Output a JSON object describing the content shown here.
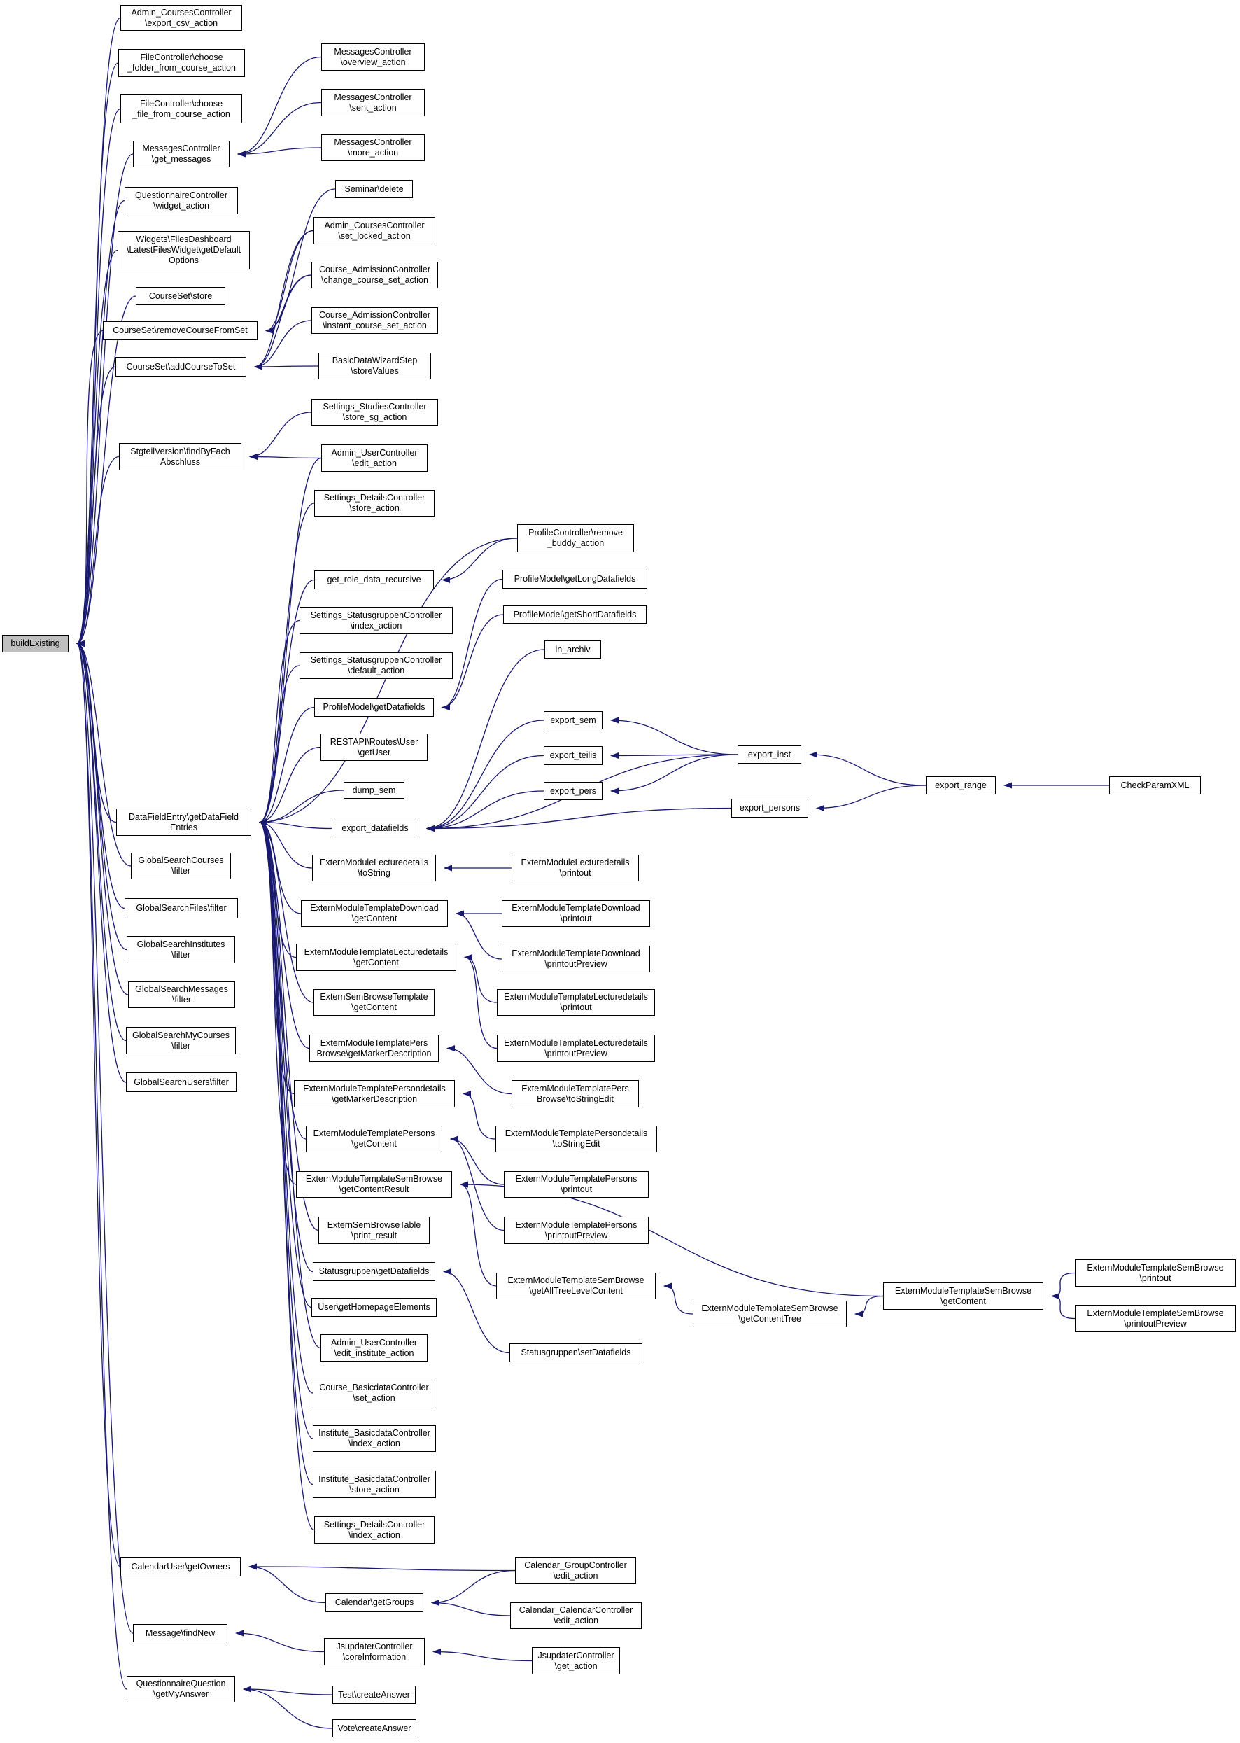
{
  "diagram": {
    "type": "caller-graph",
    "colors": {
      "edge": "#191970",
      "node_border": "#000000",
      "node_fill": "#ffffff",
      "root_fill": "#bfbfbf"
    },
    "nodes": [
      {
        "id": "buildExisting",
        "lines": [
          "buildExisting"
        ],
        "root": true
      },
      {
        "id": "n1",
        "lines": [
          "Admin_CoursesController",
          "\\export_csv_action"
        ]
      },
      {
        "id": "n2",
        "lines": [
          "FileController\\choose",
          "_folder_from_course_action"
        ]
      },
      {
        "id": "n3",
        "lines": [
          "FileController\\choose",
          "_file_from_course_action"
        ]
      },
      {
        "id": "n4",
        "lines": [
          "MessagesController",
          "\\get_messages"
        ]
      },
      {
        "id": "n5",
        "lines": [
          "QuestionnaireController",
          "\\widget_action"
        ]
      },
      {
        "id": "n6",
        "lines": [
          "Widgets\\FilesDashboard",
          "\\LatestFilesWidget\\getDefault",
          "Options"
        ]
      },
      {
        "id": "n7",
        "lines": [
          "CourseSet\\store"
        ]
      },
      {
        "id": "n8",
        "lines": [
          "CourseSet\\removeCourseFromSet"
        ]
      },
      {
        "id": "n9",
        "lines": [
          "CourseSet\\addCourseToSet"
        ]
      },
      {
        "id": "n10",
        "lines": [
          "StgteilVersion\\findByFach",
          "Abschluss"
        ]
      },
      {
        "id": "n11",
        "lines": [
          "DataFieldEntry\\getDataField",
          "Entries"
        ]
      },
      {
        "id": "n12",
        "lines": [
          "GlobalSearchCourses",
          "\\filter"
        ]
      },
      {
        "id": "n13",
        "lines": [
          "GlobalSearchFiles\\filter"
        ]
      },
      {
        "id": "n14",
        "lines": [
          "GlobalSearchInstitutes",
          "\\filter"
        ]
      },
      {
        "id": "n15",
        "lines": [
          "GlobalSearchMessages",
          "\\filter"
        ]
      },
      {
        "id": "n16",
        "lines": [
          "GlobalSearchMyCourses",
          "\\filter"
        ]
      },
      {
        "id": "n17",
        "lines": [
          "GlobalSearchUsers\\filter"
        ]
      },
      {
        "id": "n18",
        "lines": [
          "CalendarUser\\getOwners"
        ]
      },
      {
        "id": "n19",
        "lines": [
          "Message\\findNew"
        ]
      },
      {
        "id": "n20",
        "lines": [
          "QuestionnaireQuestion",
          "\\getMyAnswer"
        ]
      },
      {
        "id": "m1",
        "lines": [
          "MessagesController",
          "\\overview_action"
        ]
      },
      {
        "id": "m2",
        "lines": [
          "MessagesController",
          "\\sent_action"
        ]
      },
      {
        "id": "m3",
        "lines": [
          "MessagesController",
          "\\more_action"
        ]
      },
      {
        "id": "sd",
        "lines": [
          "Seminar\\delete"
        ]
      },
      {
        "id": "acl",
        "lines": [
          "Admin_CoursesController",
          "\\set_locked_action"
        ]
      },
      {
        "id": "cac",
        "lines": [
          "Course_AdmissionController",
          "\\change_course_set_action"
        ]
      },
      {
        "id": "cai",
        "lines": [
          "Course_AdmissionController",
          "\\instant_course_set_action"
        ]
      },
      {
        "id": "bdw",
        "lines": [
          "BasicDataWizardStep",
          "\\storeValues"
        ]
      },
      {
        "id": "ssg",
        "lines": [
          "Settings_StudiesController",
          "\\store_sg_action"
        ]
      },
      {
        "id": "aue",
        "lines": [
          "Admin_UserController",
          "\\edit_action"
        ]
      },
      {
        "id": "sds",
        "lines": [
          "Settings_DetailsController",
          "\\store_action"
        ]
      },
      {
        "id": "grd",
        "lines": [
          "get_role_data_recursive"
        ]
      },
      {
        "id": "ssi",
        "lines": [
          "Settings_StatusgruppenController",
          "\\index_action"
        ]
      },
      {
        "id": "ssd",
        "lines": [
          "Settings_StatusgruppenController",
          "\\default_action"
        ]
      },
      {
        "id": "pmd",
        "lines": [
          "ProfileModel\\getDatafields"
        ]
      },
      {
        "id": "rest",
        "lines": [
          "RESTAPI\\Routes\\User",
          "\\getUser"
        ]
      },
      {
        "id": "dsem",
        "lines": [
          "dump_sem"
        ]
      },
      {
        "id": "edf",
        "lines": [
          "export_datafields"
        ]
      },
      {
        "id": "emlt",
        "lines": [
          "ExternModuleLecturedetails",
          "\\toString"
        ]
      },
      {
        "id": "emtd",
        "lines": [
          "ExternModuleTemplateDownload",
          "\\getContent"
        ]
      },
      {
        "id": "emtl",
        "lines": [
          "ExternModuleTemplateLecturedetails",
          "\\getContent"
        ]
      },
      {
        "id": "esbt",
        "lines": [
          "ExternSemBrowseTemplate",
          "\\getContent"
        ]
      },
      {
        "id": "emtp",
        "lines": [
          "ExternModuleTemplatePers",
          "Browse\\getMarkerDescription"
        ]
      },
      {
        "id": "emtpd",
        "lines": [
          "ExternModuleTemplatePersondetails",
          "\\getMarkerDescription"
        ]
      },
      {
        "id": "emtps",
        "lines": [
          "ExternModuleTemplatePersons",
          "\\getContent"
        ]
      },
      {
        "id": "emtsb",
        "lines": [
          "ExternModuleTemplateSemBrowse",
          "\\getContentResult"
        ]
      },
      {
        "id": "esbtab",
        "lines": [
          "ExternSemBrowseTable",
          "\\print_result"
        ]
      },
      {
        "id": "sgd",
        "lines": [
          "Statusgruppen\\getDatafields"
        ]
      },
      {
        "id": "uhe",
        "lines": [
          "User\\getHomepageElements"
        ]
      },
      {
        "id": "auei",
        "lines": [
          "Admin_UserController",
          "\\edit_institute_action"
        ]
      },
      {
        "id": "cbs",
        "lines": [
          "Course_BasicdataController",
          "\\set_action"
        ]
      },
      {
        "id": "ibi",
        "lines": [
          "Institute_BasicdataController",
          "\\index_action"
        ]
      },
      {
        "id": "ibs",
        "lines": [
          "Institute_BasicdataController",
          "\\store_action"
        ]
      },
      {
        "id": "sdi",
        "lines": [
          "Settings_DetailsController",
          "\\index_action"
        ]
      },
      {
        "id": "cgr",
        "lines": [
          "Calendar\\getGroups"
        ]
      },
      {
        "id": "jci",
        "lines": [
          "JsupdaterController",
          "\\coreInformation"
        ]
      },
      {
        "id": "tca",
        "lines": [
          "Test\\createAnswer"
        ]
      },
      {
        "id": "vca",
        "lines": [
          "Vote\\createAnswer"
        ]
      },
      {
        "id": "prb",
        "lines": [
          "ProfileController\\remove",
          "_buddy_action"
        ]
      },
      {
        "id": "pml",
        "lines": [
          "ProfileModel\\getLongDatafields"
        ]
      },
      {
        "id": "pms",
        "lines": [
          "ProfileModel\\getShortDatafields"
        ]
      },
      {
        "id": "inar",
        "lines": [
          "in_archiv"
        ]
      },
      {
        "id": "esem",
        "lines": [
          "export_sem"
        ]
      },
      {
        "id": "eteil",
        "lines": [
          "export_teilis"
        ]
      },
      {
        "id": "epers",
        "lines": [
          "export_pers"
        ]
      },
      {
        "id": "emlp",
        "lines": [
          "ExternModuleLecturedetails",
          "\\printout"
        ]
      },
      {
        "id": "emtdp",
        "lines": [
          "ExternModuleTemplateDownload",
          "\\printout"
        ]
      },
      {
        "id": "emtdpp",
        "lines": [
          "ExternModuleTemplateDownload",
          "\\printoutPreview"
        ]
      },
      {
        "id": "emtlp",
        "lines": [
          "ExternModuleTemplateLecturedetails",
          "\\printout"
        ]
      },
      {
        "id": "emtlpp",
        "lines": [
          "ExternModuleTemplateLecturedetails",
          "\\printoutPreview"
        ]
      },
      {
        "id": "emtpse",
        "lines": [
          "ExternModuleTemplatePers",
          "Browse\\toStringEdit"
        ]
      },
      {
        "id": "emtpdse",
        "lines": [
          "ExternModuleTemplatePersondetails",
          "\\toStringEdit"
        ]
      },
      {
        "id": "emtpsp",
        "lines": [
          "ExternModuleTemplatePersons",
          "\\printout"
        ]
      },
      {
        "id": "emtpspp",
        "lines": [
          "ExternModuleTemplatePersons",
          "\\printoutPreview"
        ]
      },
      {
        "id": "emtsbat",
        "lines": [
          "ExternModuleTemplateSemBrowse",
          "\\getAllTreeLevelContent"
        ]
      },
      {
        "id": "sgsd",
        "lines": [
          "Statusgruppen\\setDatafields"
        ]
      },
      {
        "id": "cgce",
        "lines": [
          "Calendar_GroupController",
          "\\edit_action"
        ]
      },
      {
        "id": "ccce",
        "lines": [
          "Calendar_CalendarController",
          "\\edit_action"
        ]
      },
      {
        "id": "jcg",
        "lines": [
          "JsupdaterController",
          "\\get_action"
        ]
      },
      {
        "id": "einst",
        "lines": [
          "export_inst"
        ]
      },
      {
        "id": "eperson",
        "lines": [
          "export_persons"
        ]
      },
      {
        "id": "emtsbct",
        "lines": [
          "ExternModuleTemplateSemBrowse",
          "\\getContentTree"
        ]
      },
      {
        "id": "erange",
        "lines": [
          "export_range"
        ]
      },
      {
        "id": "emtsbgc",
        "lines": [
          "ExternModuleTemplateSemBrowse",
          "\\getContent"
        ]
      },
      {
        "id": "cpx",
        "lines": [
          "CheckParamXML"
        ]
      },
      {
        "id": "emtsbp",
        "lines": [
          "ExternModuleTemplateSemBrowse",
          "\\printout"
        ]
      },
      {
        "id": "emtsbpp",
        "lines": [
          "ExternModuleTemplateSemBrowse",
          "\\printoutPreview"
        ]
      }
    ],
    "edges": [
      [
        "buildExisting",
        "n1"
      ],
      [
        "buildExisting",
        "n2"
      ],
      [
        "buildExisting",
        "n3"
      ],
      [
        "buildExisting",
        "n4"
      ],
      [
        "buildExisting",
        "n5"
      ],
      [
        "buildExisting",
        "n6"
      ],
      [
        "buildExisting",
        "n7"
      ],
      [
        "buildExisting",
        "n8"
      ],
      [
        "buildExisting",
        "n9"
      ],
      [
        "buildExisting",
        "n10"
      ],
      [
        "buildExisting",
        "n11"
      ],
      [
        "buildExisting",
        "n12"
      ],
      [
        "buildExisting",
        "n13"
      ],
      [
        "buildExisting",
        "n14"
      ],
      [
        "buildExisting",
        "n15"
      ],
      [
        "buildExisting",
        "n16"
      ],
      [
        "buildExisting",
        "n17"
      ],
      [
        "buildExisting",
        "n18"
      ],
      [
        "buildExisting",
        "n19"
      ],
      [
        "buildExisting",
        "n20"
      ],
      [
        "n4",
        "m1"
      ],
      [
        "n4",
        "m2"
      ],
      [
        "n4",
        "m3"
      ],
      [
        "n8",
        "sd"
      ],
      [
        "n8",
        "acl"
      ],
      [
        "n8",
        "cac"
      ],
      [
        "n9",
        "acl"
      ],
      [
        "n9",
        "cac"
      ],
      [
        "n9",
        "cai"
      ],
      [
        "n9",
        "bdw"
      ],
      [
        "n10",
        "ssg"
      ],
      [
        "n10",
        "aue"
      ],
      [
        "n11",
        "aue"
      ],
      [
        "n11",
        "sds"
      ],
      [
        "n11",
        "prb"
      ],
      [
        "n11",
        "grd"
      ],
      [
        "n11",
        "ssi"
      ],
      [
        "n11",
        "ssd"
      ],
      [
        "n11",
        "pmd"
      ],
      [
        "n11",
        "rest"
      ],
      [
        "n11",
        "dsem"
      ],
      [
        "n11",
        "edf"
      ],
      [
        "n11",
        "emlt"
      ],
      [
        "n11",
        "emtd"
      ],
      [
        "n11",
        "emtl"
      ],
      [
        "n11",
        "esbt"
      ],
      [
        "n11",
        "emtp"
      ],
      [
        "n11",
        "emtpd"
      ],
      [
        "n11",
        "emtps"
      ],
      [
        "n11",
        "emtsb"
      ],
      [
        "n11",
        "esbtab"
      ],
      [
        "n11",
        "sgd"
      ],
      [
        "n11",
        "uhe"
      ],
      [
        "n11",
        "auei"
      ],
      [
        "n11",
        "cbs"
      ],
      [
        "n11",
        "ibi"
      ],
      [
        "n11",
        "ibs"
      ],
      [
        "n11",
        "sdi"
      ],
      [
        "grd",
        "prb"
      ],
      [
        "pmd",
        "pml"
      ],
      [
        "pmd",
        "pms"
      ],
      [
        "edf",
        "inar"
      ],
      [
        "edf",
        "esem"
      ],
      [
        "edf",
        "eteil"
      ],
      [
        "edf",
        "epers"
      ],
      [
        "edf",
        "einst"
      ],
      [
        "edf",
        "eperson"
      ],
      [
        "esem",
        "einst"
      ],
      [
        "eteil",
        "einst"
      ],
      [
        "epers",
        "einst"
      ],
      [
        "einst",
        "erange"
      ],
      [
        "eperson",
        "erange"
      ],
      [
        "erange",
        "cpx"
      ],
      [
        "emlt",
        "emlp"
      ],
      [
        "emtd",
        "emtdp"
      ],
      [
        "emtd",
        "emtdpp"
      ],
      [
        "emtl",
        "emtlp"
      ],
      [
        "emtl",
        "emtlpp"
      ],
      [
        "emtp",
        "emtpse"
      ],
      [
        "emtpd",
        "emtpdse"
      ],
      [
        "emtps",
        "emtpsp"
      ],
      [
        "emtps",
        "emtpspp"
      ],
      [
        "emtsb",
        "emtsbgc"
      ],
      [
        "emtsb",
        "emtsbat"
      ],
      [
        "emtsbat",
        "emtsbct"
      ],
      [
        "emtsbct",
        "emtsbgc"
      ],
      [
        "emtsbgc",
        "emtsbp"
      ],
      [
        "emtsbgc",
        "emtsbpp"
      ],
      [
        "sgd",
        "sgsd"
      ],
      [
        "n18",
        "cgce"
      ],
      [
        "n18",
        "cgr"
      ],
      [
        "cgr",
        "cgce"
      ],
      [
        "cgr",
        "ccce"
      ],
      [
        "n19",
        "jci"
      ],
      [
        "jci",
        "jcg"
      ],
      [
        "n20",
        "tca"
      ],
      [
        "n20",
        "vca"
      ]
    ]
  }
}
